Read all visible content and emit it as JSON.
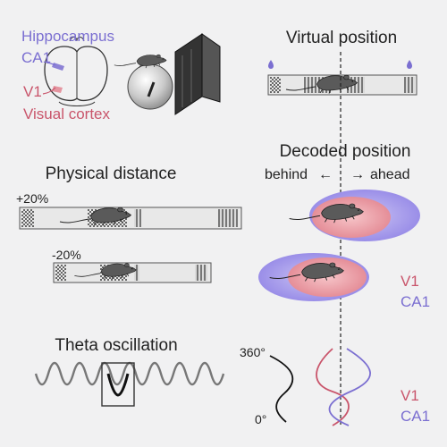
{
  "brain": {
    "hippocampus_label": "Hippocampus",
    "ca1_label": "CA1",
    "v1_label": "V1",
    "visual_cortex_label": "Visual cortex"
  },
  "virtual_position": {
    "title": "Virtual position"
  },
  "physical_distance": {
    "title": "Physical distance",
    "gain_up_label": "+20%",
    "gain_down_label": "-20%"
  },
  "decoded_position": {
    "title": "Decoded position",
    "behind_label": "behind",
    "ahead_label": "ahead",
    "arrow_left": "←",
    "arrow_right": "→",
    "legend_v1": "V1",
    "legend_ca1": "CA1"
  },
  "theta": {
    "title": "Theta oscillation",
    "phase_top": "360°",
    "phase_bottom": "0°",
    "legend_v1": "V1",
    "legend_ca1": "CA1"
  },
  "colors": {
    "background": "#f1f1f2",
    "ca1": "#7b6fd1",
    "ca1_light": "#a99ff0",
    "v1": "#c9556b",
    "v1_light": "#e28b97",
    "dark": "#222222",
    "mouse": "#5a5a5a"
  }
}
